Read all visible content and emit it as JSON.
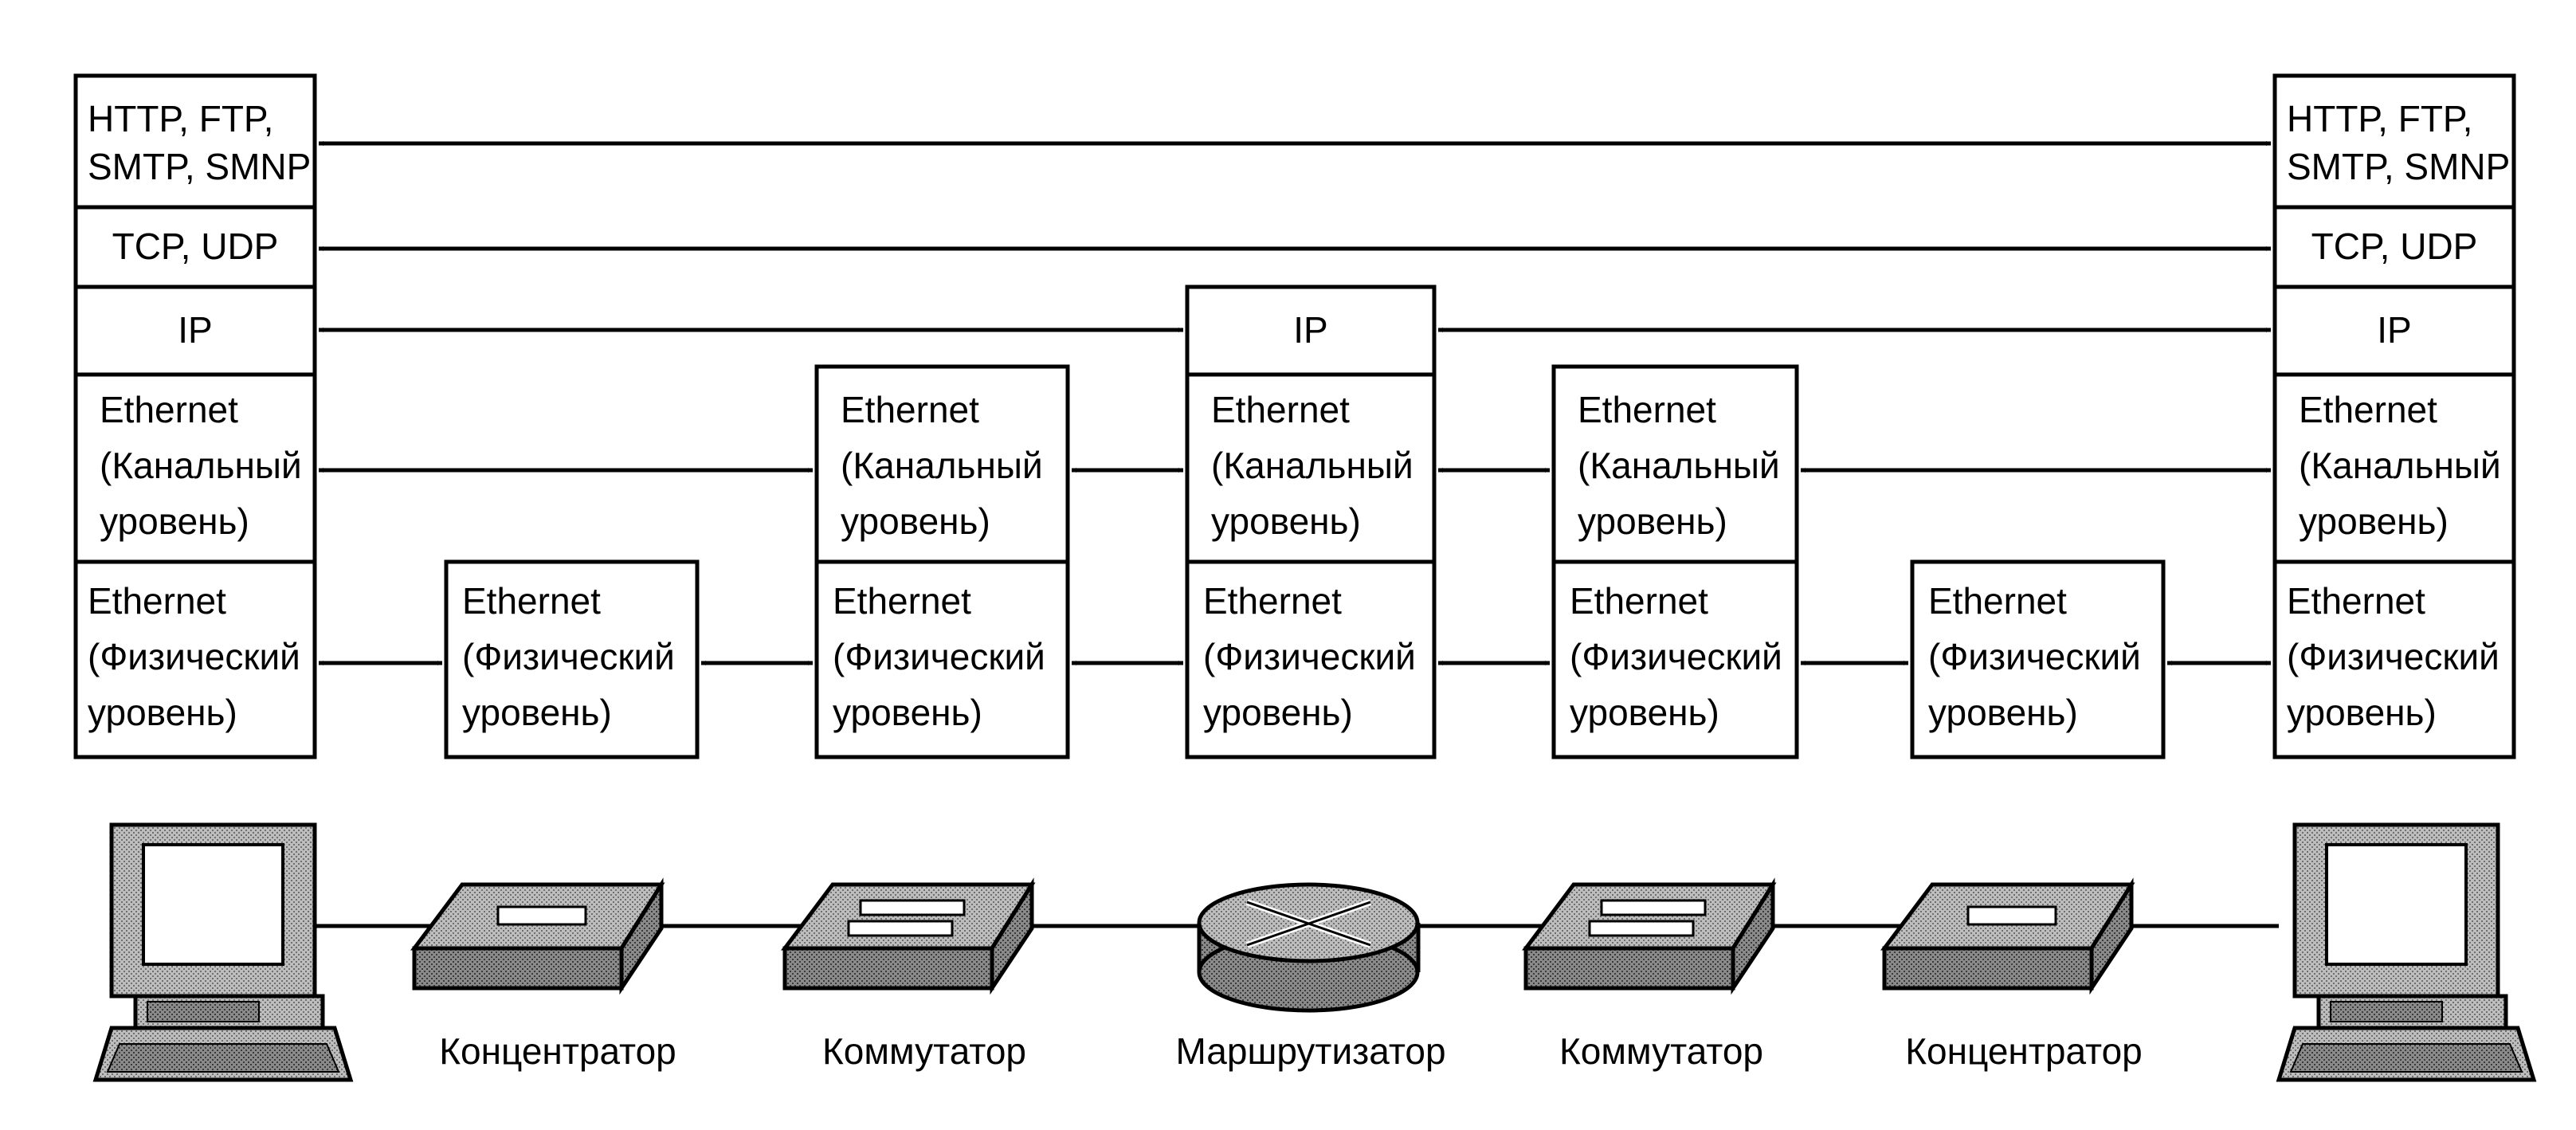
{
  "stacks": {
    "host_left": {
      "app": [
        "HTTP, FTP,",
        "SMTP, SMNP"
      ],
      "transport": "TCP, UDP",
      "network": "IP",
      "link": [
        "Ethernet",
        "(Канальный",
        "уровень)"
      ],
      "phys": [
        "Ethernet",
        "(Физический",
        "уровень)"
      ]
    },
    "hub_left": {
      "phys": [
        "Ethernet",
        "(Физический",
        "уровень)"
      ]
    },
    "switch_left": {
      "link": [
        "Ethernet",
        "(Канальный",
        "уровень)"
      ],
      "phys": [
        "Ethernet",
        "(Физический",
        "уровень)"
      ]
    },
    "router": {
      "network": "IP",
      "link": [
        "Ethernet",
        "(Канальный",
        "уровень)"
      ],
      "phys": [
        "Ethernet",
        "(Физический",
        "уровень)"
      ]
    },
    "switch_right": {
      "link": [
        "Ethernet",
        "(Канальный",
        "уровень)"
      ],
      "phys": [
        "Ethernet",
        "(Физический",
        "уровень)"
      ]
    },
    "hub_right": {
      "phys": [
        "Ethernet",
        "(Физический",
        "уровень)"
      ]
    },
    "host_right": {
      "app": [
        "HTTP, FTP,",
        "SMTP, SMNP"
      ],
      "transport": "TCP, UDP",
      "network": "IP",
      "link": [
        "Ethernet",
        "(Канальный",
        "уровень)"
      ],
      "phys": [
        "Ethernet",
        "(Физический",
        "уровень)"
      ]
    }
  },
  "devices": {
    "hub_left": "Концентратор",
    "switch_left": "Коммутатор",
    "router": "Маршрутизатор",
    "switch_right": "Коммутатор",
    "hub_right": "Концентратор"
  },
  "icons": {
    "host_left": "computer-icon",
    "hub_left": "hub-icon",
    "switch_left": "switch-icon",
    "router": "router-icon",
    "switch_right": "switch-icon",
    "hub_right": "hub-icon",
    "host_right": "computer-icon"
  }
}
